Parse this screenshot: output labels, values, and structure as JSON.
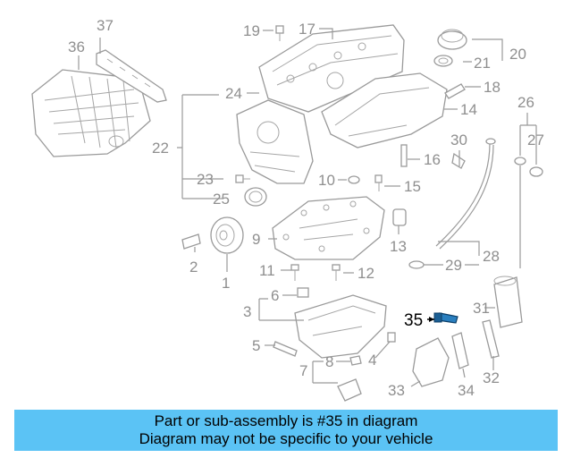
{
  "callouts": {
    "c1": "1",
    "c2": "2",
    "c3": "3",
    "c4": "4",
    "c5": "5",
    "c6": "6",
    "c7": "7",
    "c8": "8",
    "c9": "9",
    "c10": "10",
    "c11": "11",
    "c12": "12",
    "c13": "13",
    "c14": "14",
    "c15": "15",
    "c16": "16",
    "c17": "17",
    "c18": "18",
    "c19": "19",
    "c20": "20",
    "c21": "21",
    "c22": "22",
    "c23": "23",
    "c24": "24",
    "c25": "25",
    "c26": "26",
    "c27": "27",
    "c28": "28",
    "c29": "29",
    "c30": "30",
    "c31": "31",
    "c32": "32",
    "c33": "33",
    "c34": "34",
    "c35": "35",
    "c36": "36",
    "c37": "37"
  },
  "highlight": {
    "part_number": "35",
    "color": "#2a7fbf"
  },
  "banner": {
    "line1": "Part or sub-assembly is #35 in diagram",
    "line2": "Diagram may not be specific to your vehicle",
    "color": "#5bc3f5"
  }
}
